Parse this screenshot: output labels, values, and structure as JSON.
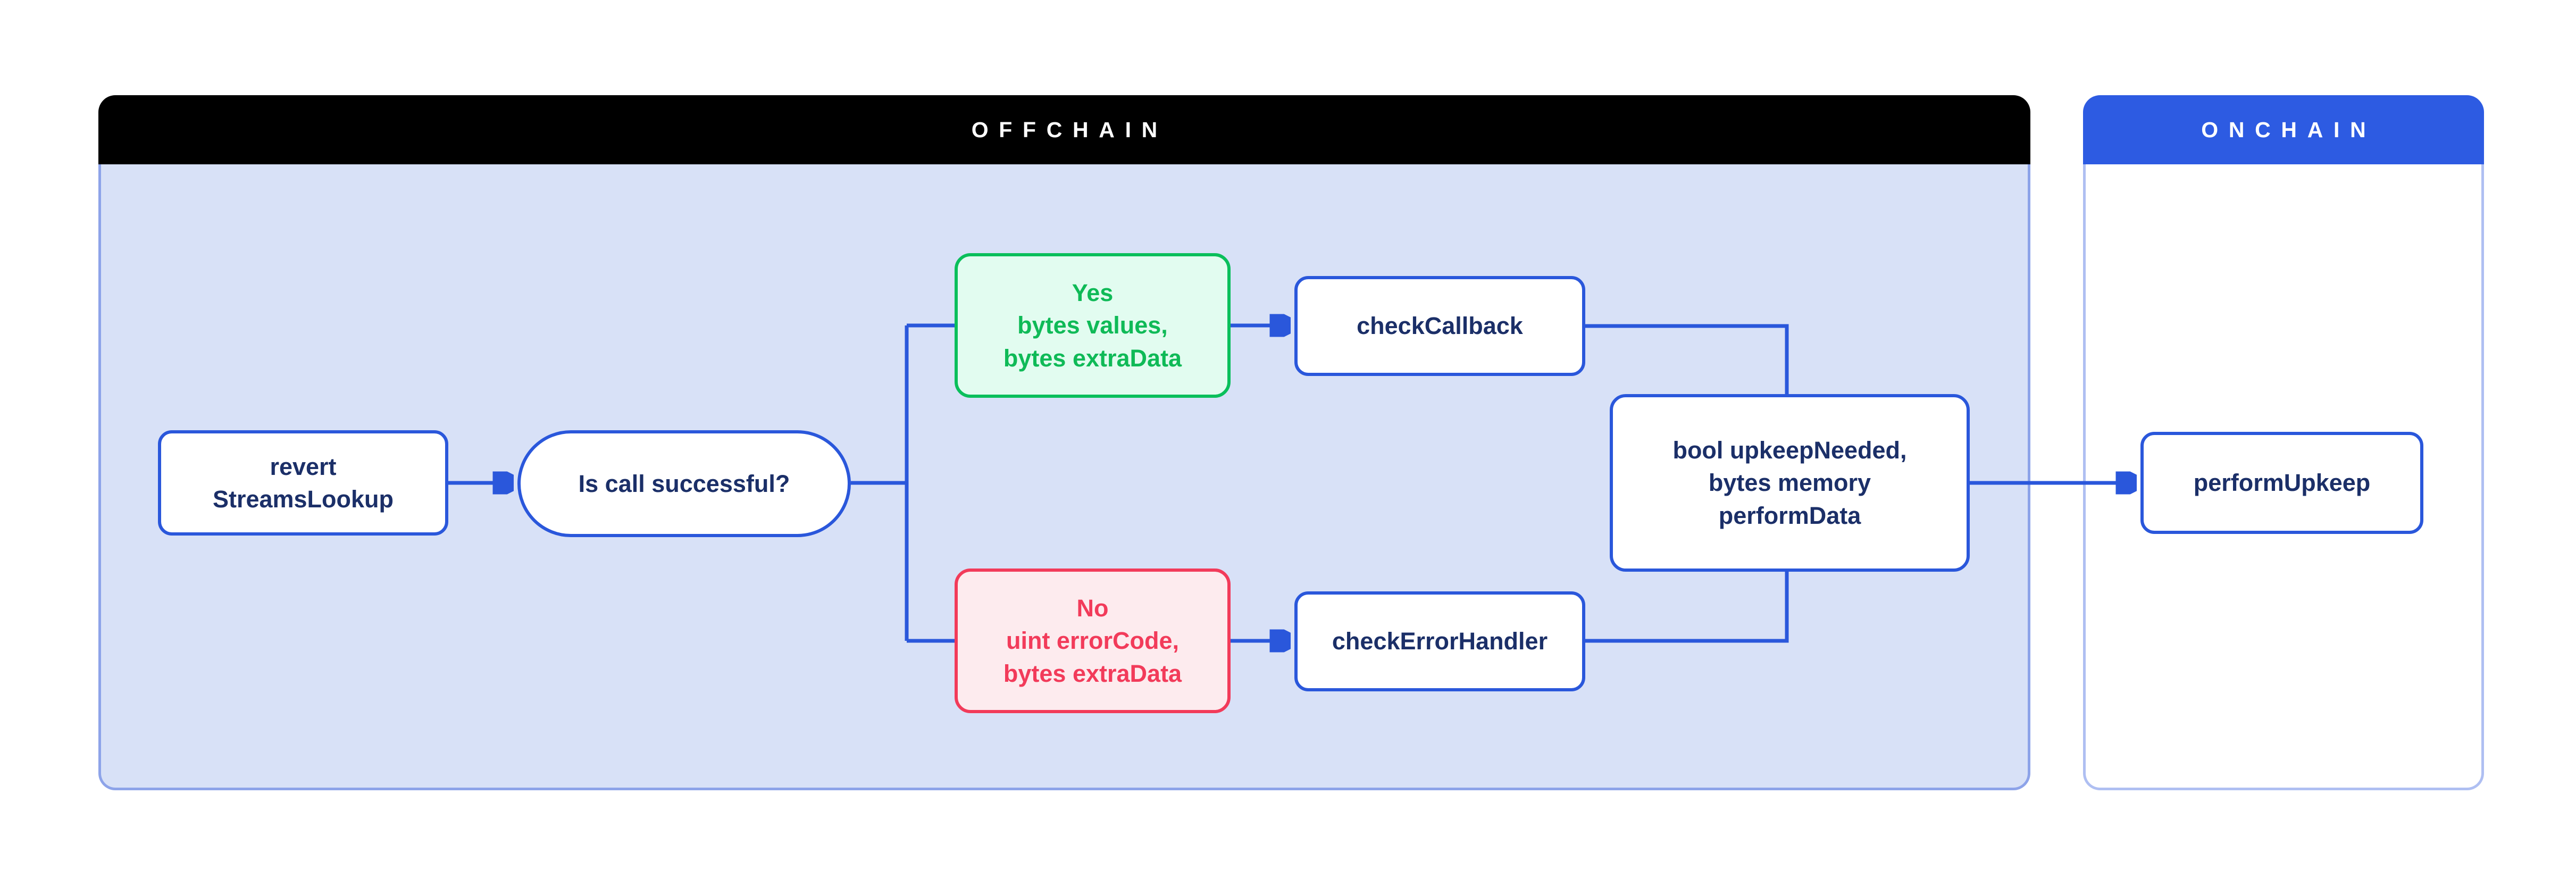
{
  "panels": {
    "offchain": {
      "title": "OFFCHAIN"
    },
    "onchain": {
      "title": "ONCHAIN"
    }
  },
  "nodes": {
    "revert_streams_lookup": {
      "label": "revert\nStreamsLookup"
    },
    "is_call_successful": {
      "label": "Is call successful?"
    },
    "yes_branch": {
      "label": "Yes\nbytes values,\nbytes extraData"
    },
    "no_branch": {
      "label": "No\nuint errorCode,\nbytes extraData"
    },
    "check_callback": {
      "label": "checkCallback"
    },
    "check_error_handler": {
      "label": "checkErrorHandler"
    },
    "perform_data": {
      "label": "bool upkeepNeeded,\nbytes memory\nperformData"
    },
    "perform_upkeep": {
      "label": "performUpkeep"
    }
  },
  "edges": [
    {
      "from": "revert_streams_lookup",
      "to": "is_call_successful",
      "arrow": true
    },
    {
      "from": "is_call_successful",
      "to": "yes_branch",
      "arrow": false
    },
    {
      "from": "is_call_successful",
      "to": "no_branch",
      "arrow": false
    },
    {
      "from": "yes_branch",
      "to": "check_callback",
      "arrow": true
    },
    {
      "from": "no_branch",
      "to": "check_error_handler",
      "arrow": true
    },
    {
      "from": "check_callback",
      "to": "perform_data",
      "arrow": false
    },
    {
      "from": "check_error_handler",
      "to": "perform_data",
      "arrow": false
    },
    {
      "from": "perform_data",
      "to": "perform_upkeep",
      "arrow": true
    }
  ],
  "colors": {
    "offchain_header_bg": "#000000",
    "offchain_body_bg": "#D8E1F7",
    "offchain_body_border": "#8DA3E9",
    "onchain_header_bg": "#2D5BE2",
    "onchain_body_bg": "#FFFFFF",
    "onchain_body_border": "#AFBFF2",
    "header_text": "#FFFFFF",
    "connector_blue": "#2A57DB",
    "node_border_blue": "#2A57DB",
    "node_text_navy": "#1B2F68",
    "yes_fill": "#E2FCF0",
    "yes_accent": "#0ABF5B",
    "no_fill": "#FDEBEE",
    "no_accent": "#F23B5A"
  }
}
